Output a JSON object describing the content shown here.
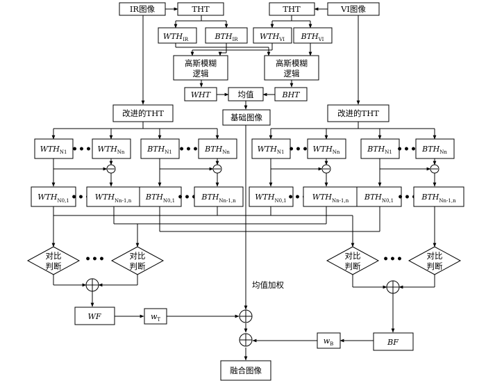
{
  "sources": {
    "ir": "IR图像",
    "vi": "VI图像"
  },
  "tht": "THT",
  "wth": "WTH",
  "bth": "BTH",
  "ir_sub": "IR",
  "vi_sub": "VI",
  "fuzzy_line1": "高斯模糊",
  "fuzzy_line2": "逻辑",
  "wht": "WHT",
  "bht": "BHT",
  "mean": "均值",
  "base_image": "基础图像",
  "improved_tht": "改进的THT",
  "sub_n1": "N1",
  "sub_nn": "Nn",
  "sub_n01": "N0,1",
  "sub_nn1n": "Nn-1,n",
  "compare_line1": "对比",
  "compare_line2": "判断",
  "weighted_mean": "均值加权",
  "wf": "WF",
  "bf": "BF",
  "w": "w",
  "sub_t": "T",
  "sub_b": "B",
  "fused_image": "融合图像",
  "ellipsis": "•••",
  "plus_sign": "+",
  "minus_sign": "−"
}
